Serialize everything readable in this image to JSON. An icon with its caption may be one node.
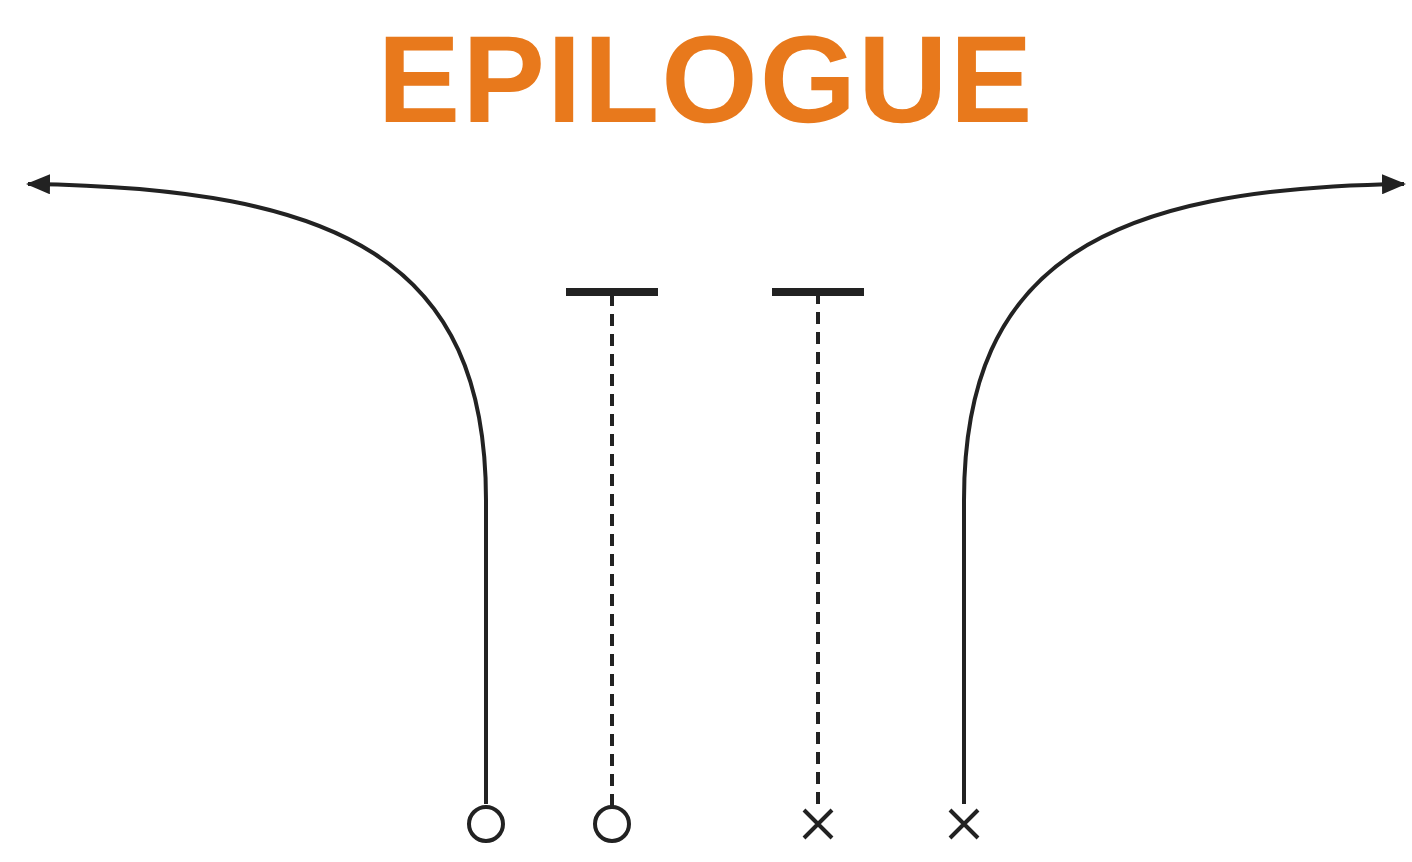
{
  "diagram": {
    "title": "EPILOGUE",
    "nodes": [
      {
        "text": [],
        "shape": "circle"
      },
      {
        "text": [],
        "shape": "circle"
      },
      {
        "text": [],
        "shape": "cross"
      },
      {
        "text": [],
        "shape": "cross"
      }
    ],
    "edges": [
      {
        "from": 0,
        "to": null,
        "arrow": "to"
      },
      {
        "from": 1,
        "to": null,
        "arrow": "other",
        "style": "dashed"
      },
      {
        "from": 2,
        "to": null,
        "arrow": "other",
        "style": "dashed"
      },
      {
        "from": 3,
        "to": null,
        "arrow": "to"
      }
    ]
  }
}
